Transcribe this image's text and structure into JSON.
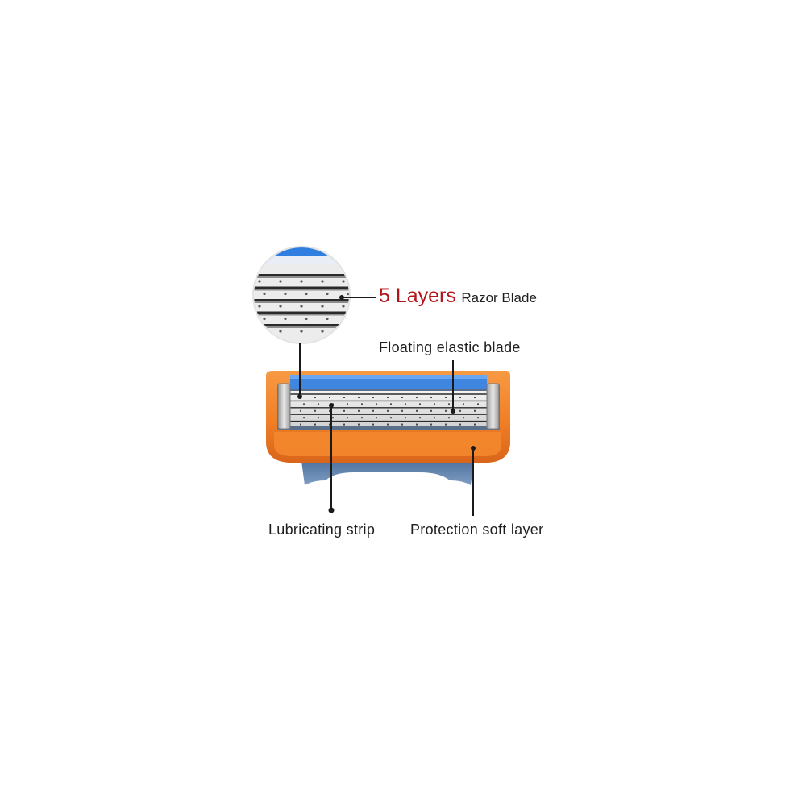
{
  "labels": {
    "layers_count": "5 Layers",
    "layers_suffix": "Razor Blade",
    "floating_blade": "Floating elastic blade",
    "lubricating_strip": "Lubricating strip",
    "protection_layer": "Protection soft layer"
  },
  "colors": {
    "background": "#ffffff",
    "cartridge_orange": "#f07f26",
    "cartridge_orange_dark": "#d9651a",
    "lubricating_strip_blue": "#3f86e0",
    "handle_blue": "#5f83ad",
    "blade_steel": "#e6e6e6",
    "blade_edge": "#2b2b2b",
    "accent_text": "#b3131b",
    "text": "#1e1e1e",
    "callout": "#1a1a1a"
  },
  "icons": {
    "zoom_lens": "magnifier-circle",
    "callout_marker": "dot"
  }
}
